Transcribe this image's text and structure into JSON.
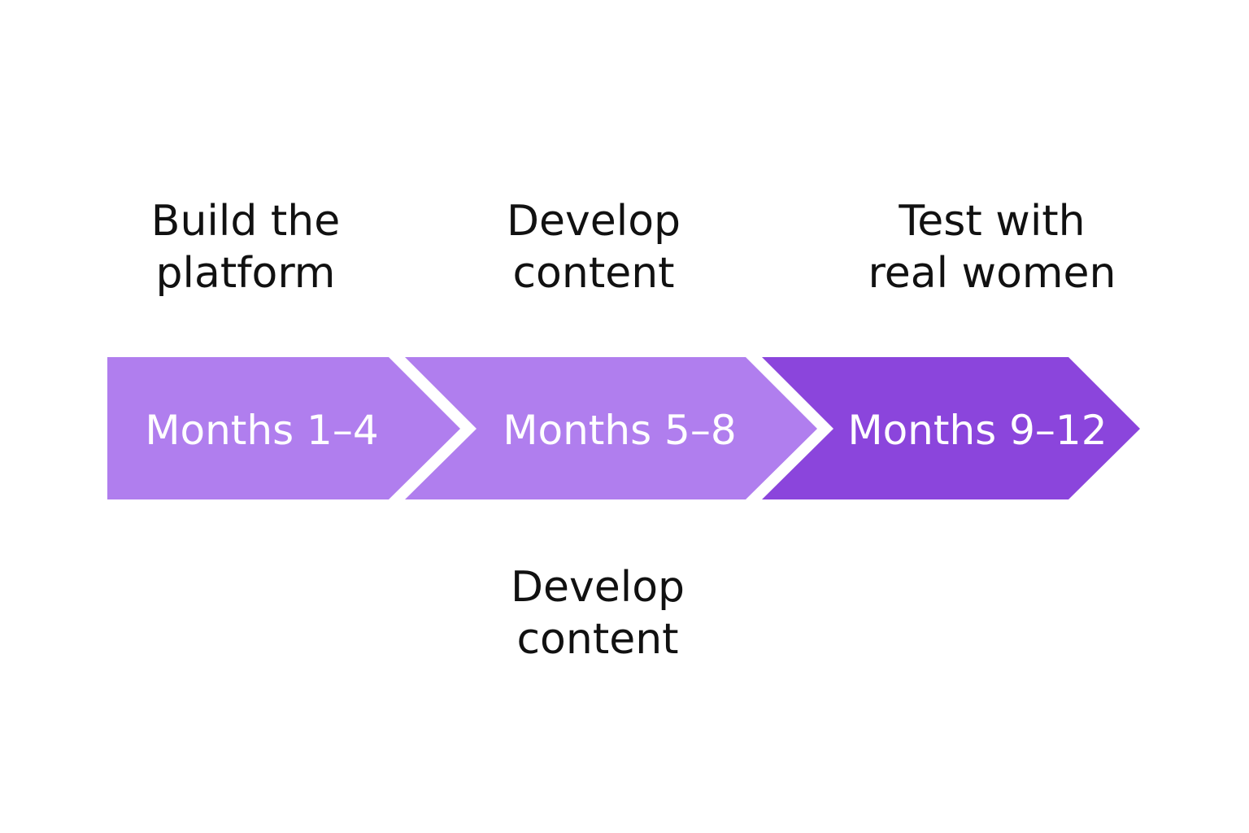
{
  "phases": [
    {
      "period": "Months 1–4",
      "task_lines": [
        "Build the",
        "platform"
      ],
      "color": "#b07eee"
    },
    {
      "period": "Months 5–8",
      "task_lines": [
        "Develop",
        "content"
      ],
      "color": "#b07eee"
    },
    {
      "period": "Months 9–12",
      "task_lines": [
        "Test with",
        "real women"
      ],
      "color": "#8b45dc"
    }
  ],
  "lower_note": {
    "lines": [
      "Develop",
      "content"
    ]
  }
}
